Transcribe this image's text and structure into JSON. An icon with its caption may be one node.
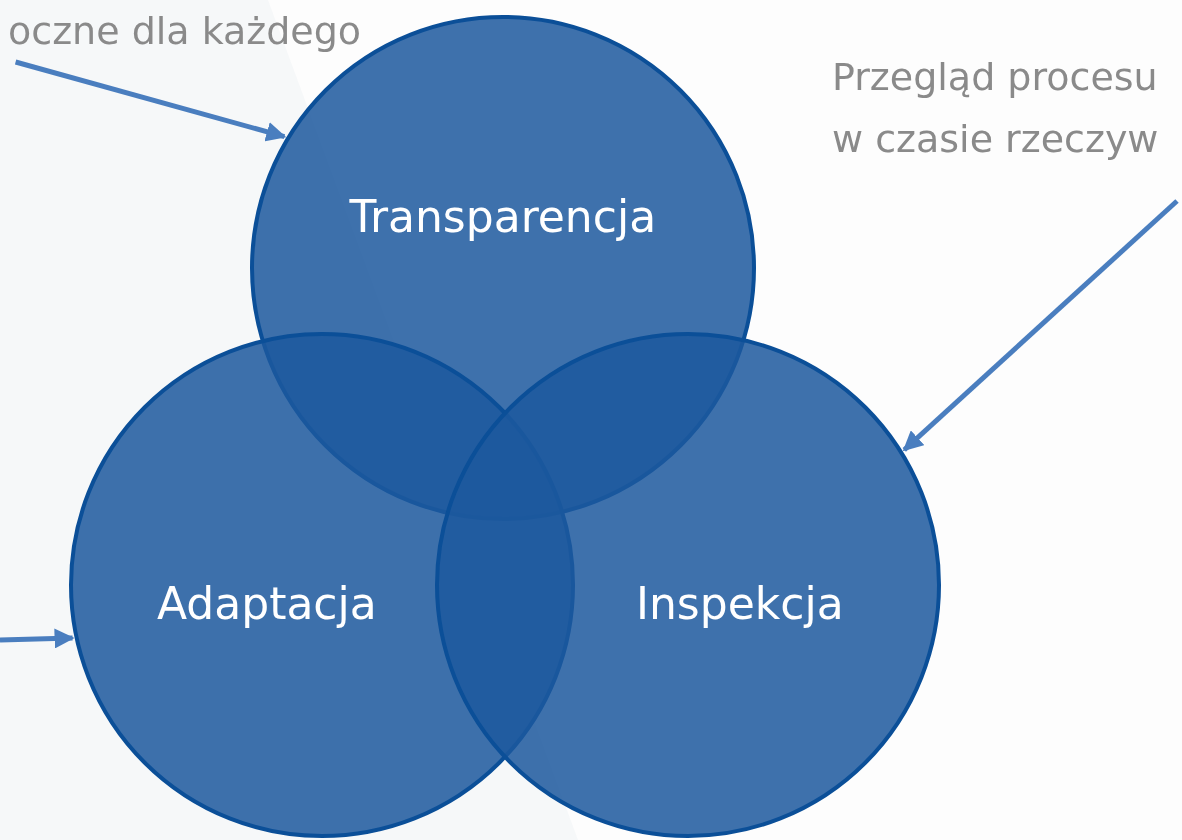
{
  "diagram": {
    "nodes": [
      {
        "text": [
          "Transparencja"
        ]
      },
      {
        "text": [
          "Adaptacja"
        ]
      },
      {
        "text": [
          "Inspekcja"
        ]
      },
      {
        "text": [
          "oczne dla każdego"
        ]
      },
      {
        "text": [
          "Przegląd procesu w czasie rzeczyw"
        ]
      }
    ],
    "edges": [
      {
        "from": 3,
        "to": 0,
        "arrow": "to"
      },
      {
        "from": 4,
        "to": 2,
        "arrow": "to"
      },
      {
        "from": null,
        "to": 1,
        "arrow": "to"
      }
    ]
  }
}
